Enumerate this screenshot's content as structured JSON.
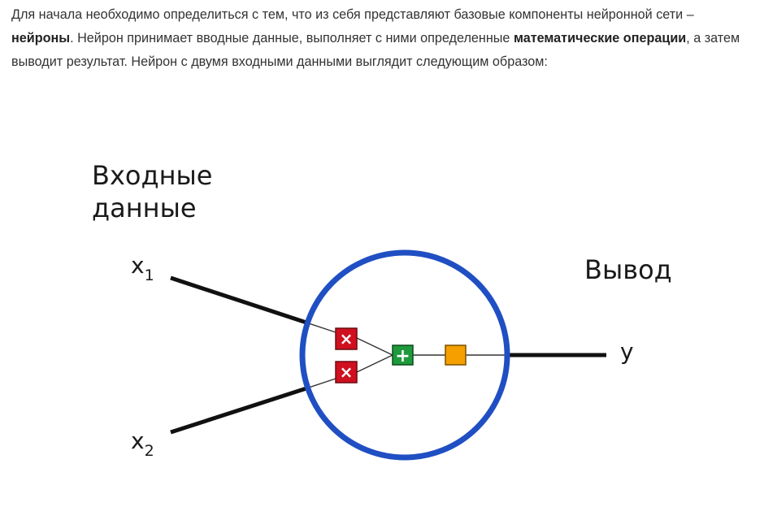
{
  "article": {
    "text_1": "Для начала необходимо определиться с тем, что из себя представляют базовые компоненты нейронной сети – ",
    "bold_1": "нейроны",
    "text_2": ". Нейрон принимает вводные данные, выполняет с ними определенные ",
    "bold_2": "математические операции",
    "text_3": ", а затем выводит результат. Нейрон с двумя входными данными выглядит следующим образом:"
  },
  "diagram": {
    "input_label_line1": "Входные",
    "input_label_line2": "данные",
    "output_label": "Вывод",
    "x1": {
      "var": "x",
      "sub": "1"
    },
    "x2": {
      "var": "x",
      "sub": "2"
    },
    "y": "y",
    "multiply_symbol": "×",
    "add_symbol": "+",
    "colors": {
      "circle": "#1f4fc2",
      "multiply": "#d0101e",
      "add": "#1e9a3c",
      "activation": "#f5a000",
      "lines": "#111111"
    }
  }
}
